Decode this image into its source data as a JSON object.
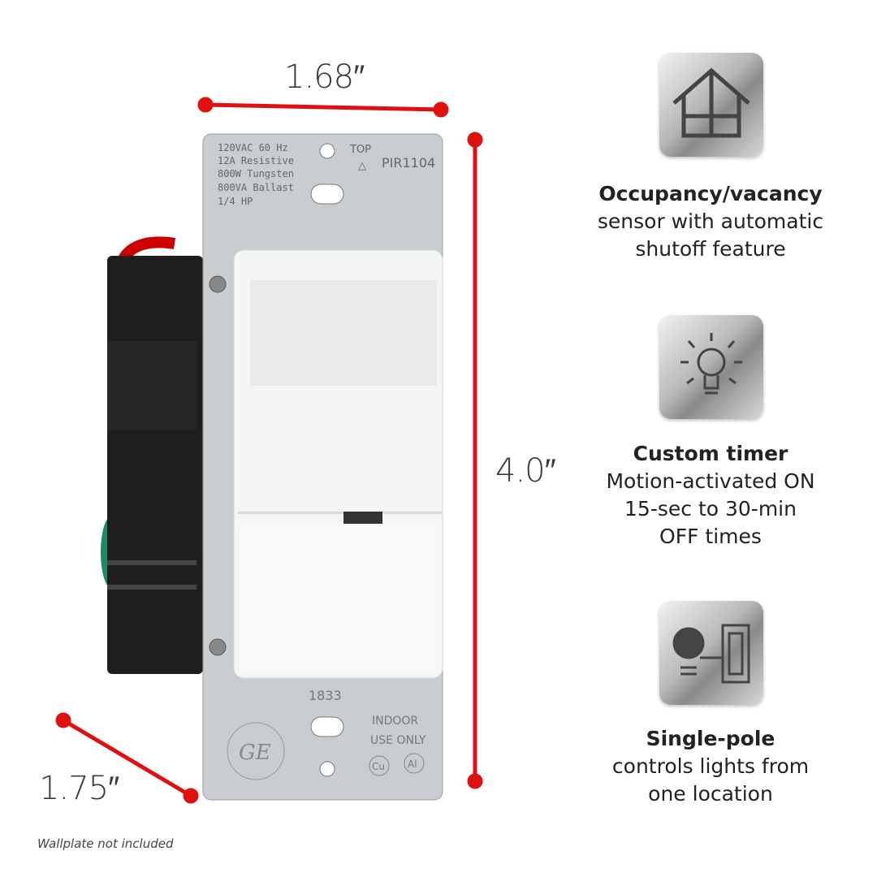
{
  "dimensions": {
    "width": "1.68″",
    "height": "4.0″",
    "depth": "1.75″"
  },
  "plate_text": {
    "ratings": [
      "120VAC 60 Hz",
      "12A Resistive",
      "800W Tungsten",
      "800VA Ballast",
      "1/4 HP"
    ],
    "top_label": "TOP",
    "model": "PIR1104",
    "code": "1833",
    "indoor": [
      "INDOOR",
      "USE ONLY"
    ],
    "cu": "Cu",
    "al": "Al",
    "logo": "GE"
  },
  "features": [
    {
      "icon": "house-icon",
      "title": "Occupancy/vacancy",
      "lines": [
        "sensor with automatic",
        "shutoff feature"
      ]
    },
    {
      "icon": "light-bulb-icon",
      "title": "Custom timer",
      "lines": [
        "Motion-activated ON",
        "15-sec to 30-min",
        "OFF times"
      ]
    },
    {
      "icon": "bulb-switch-icon",
      "title": "Single-pole",
      "lines": [
        "controls lights from",
        "one location"
      ]
    }
  ],
  "note": "Wallplate not included",
  "colors": {
    "dimension_line": "#e01010",
    "plate": "#c9ccd0",
    "sensor": "#f4f5f5",
    "body": "#1e1e1e"
  }
}
